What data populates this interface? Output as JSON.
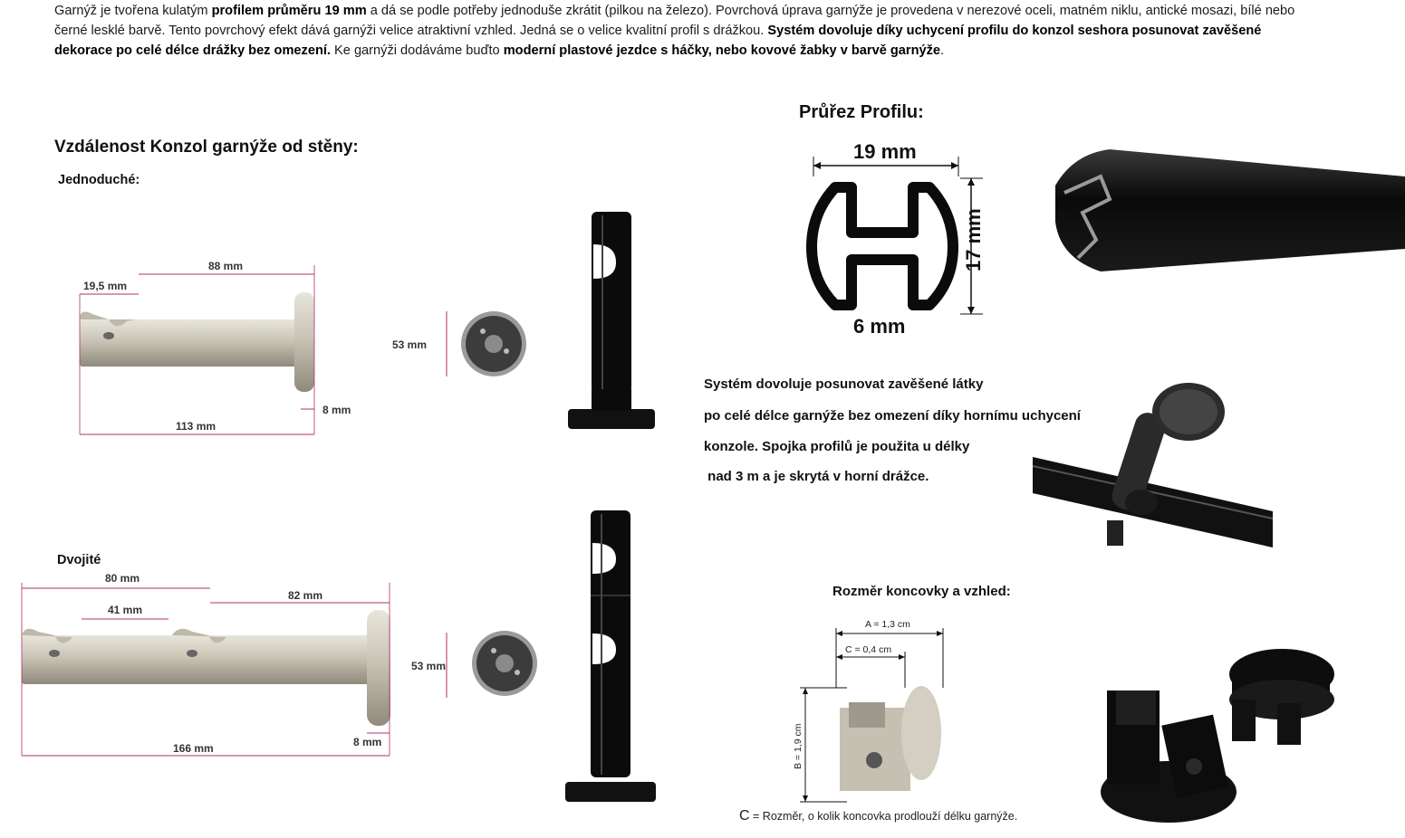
{
  "intro": {
    "s1": "Garnýž je tvořena kulatým ",
    "b1": "profilem průměru 19 mm",
    "s2": " a dá se podle potřeby jednoduše zkrátit (pilkou na železo). Povrchová úprava garnýže je provedena v nerezové oceli, matném niklu, antické mosazi, bílé nebo černé lesklé barvě. Tento povrchový efekt dává garnýži velice atraktivní vzhled. Jedná se o velice kvalitní profil s drážkou. ",
    "b2": "Systém dovoluje díky uchycení profilu do konzol seshora posunovat zavěšené dekorace po celé délce drážky bez omezení.",
    "s3": " Ke garnýži dodáváme buďto ",
    "b3": "moderní plastové jezdce s háčky, nebo kovové žabky v barvě garnýže",
    "s4": "."
  },
  "konzoly": {
    "title": "Vzdálenost Konzol garnýže od stěny:",
    "single": {
      "label": "Jednoduché:",
      "d1": "19,5 mm",
      "d2": "88 mm",
      "d3": "113 mm",
      "d4": "8 mm",
      "d5": "53 mm"
    },
    "double": {
      "label": "Dvojité",
      "d1": "80 mm",
      "d2": "82 mm",
      "d3": "41 mm",
      "d4": "166 mm",
      "d5": "8 mm",
      "d6": "53 mm"
    }
  },
  "profil": {
    "title": "Průřez Profilu:",
    "w": "19 mm",
    "h": "17 mm",
    "slot": "6 mm"
  },
  "system": {
    "lines": [
      "Systém dovoluje posunovat zavěšené látky",
      "po celé délce garnýže bez omezení díky hornímu uchycení",
      "konzole. Spojka profilů je použita u délky",
      " nad 3 m a je skrytá v horní drážce."
    ]
  },
  "koncovka": {
    "title": "Rozměr koncovky a vzhled:",
    "a": "A = 1,3 cm",
    "c": "C = 0,4 cm",
    "b": "B = 1,9 cm",
    "caption_c": "C",
    "caption_rest": " = Rozměr, o kolik koncovka prodlouží délku garnýže."
  },
  "colors": {
    "dim_line": "#b0306a",
    "nickel": "#c8c3b4",
    "black": "#0b0b0b"
  }
}
